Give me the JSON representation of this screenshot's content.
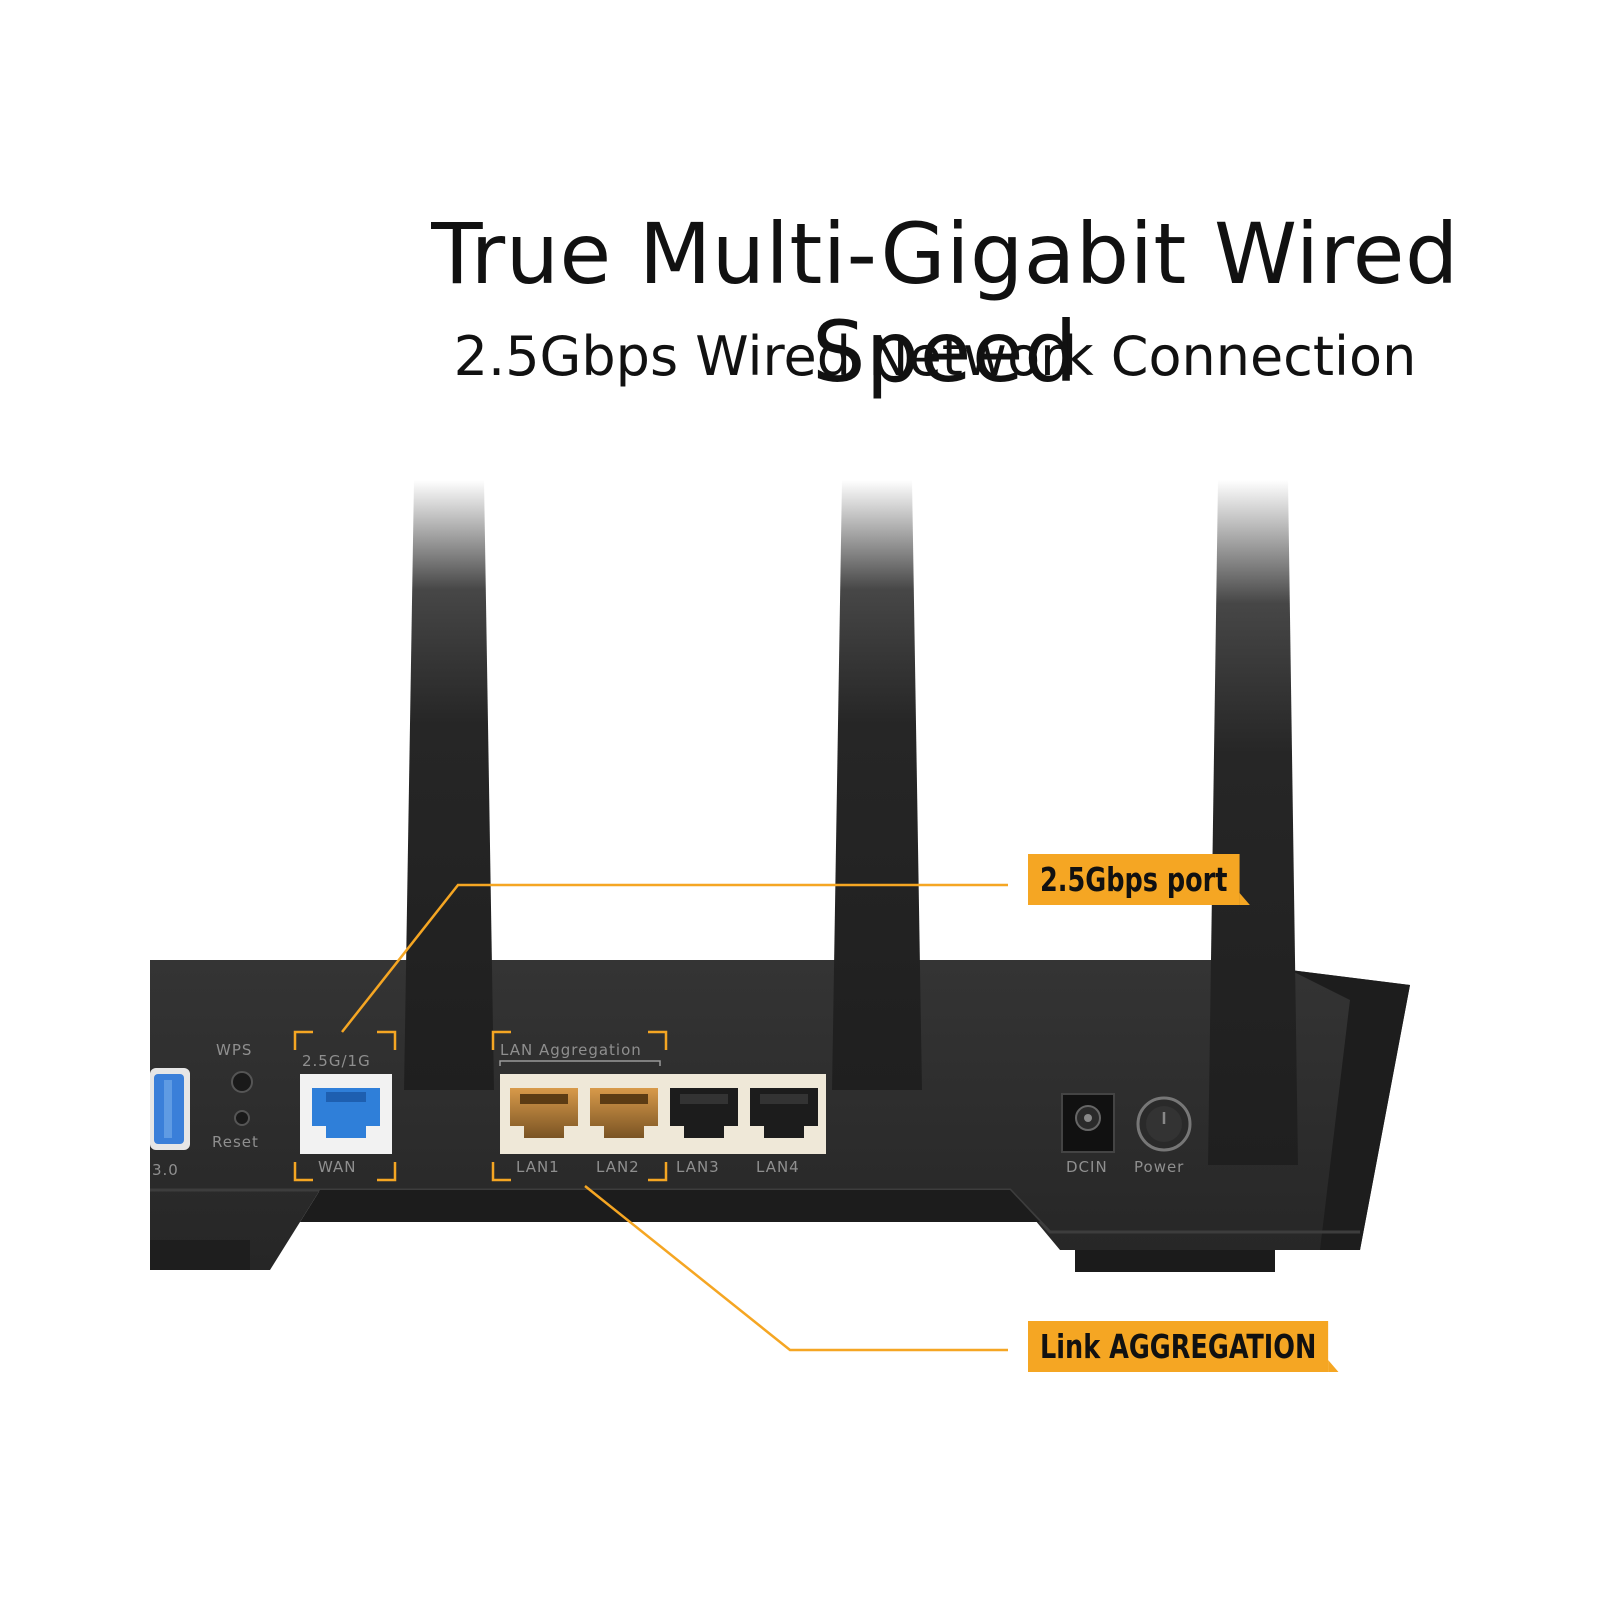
{
  "headline": "True Multi-Gigabit Wired Speed",
  "subheadline": "2.5Gbps Wired Network Connection",
  "router": {
    "usb_label": "3.0",
    "wps_label": "WPS",
    "reset_label": "Reset",
    "wan_speed_label": "2.5G/1G",
    "wan_label": "WAN",
    "lan_aggregation_label": "LAN Aggregation",
    "lan_ports": [
      "LAN1",
      "LAN2",
      "LAN3",
      "LAN4"
    ],
    "dcin_label": "DCIN",
    "power_label": "Power"
  },
  "callouts": {
    "port": "2.5Gbps port",
    "aggregation": "Link AGGREGATION"
  },
  "colors": {
    "accent": "#f5a623",
    "body": "#2a2a2a",
    "wan_port": "#2f7fd9",
    "lan_agg_port": "#b8823a"
  }
}
